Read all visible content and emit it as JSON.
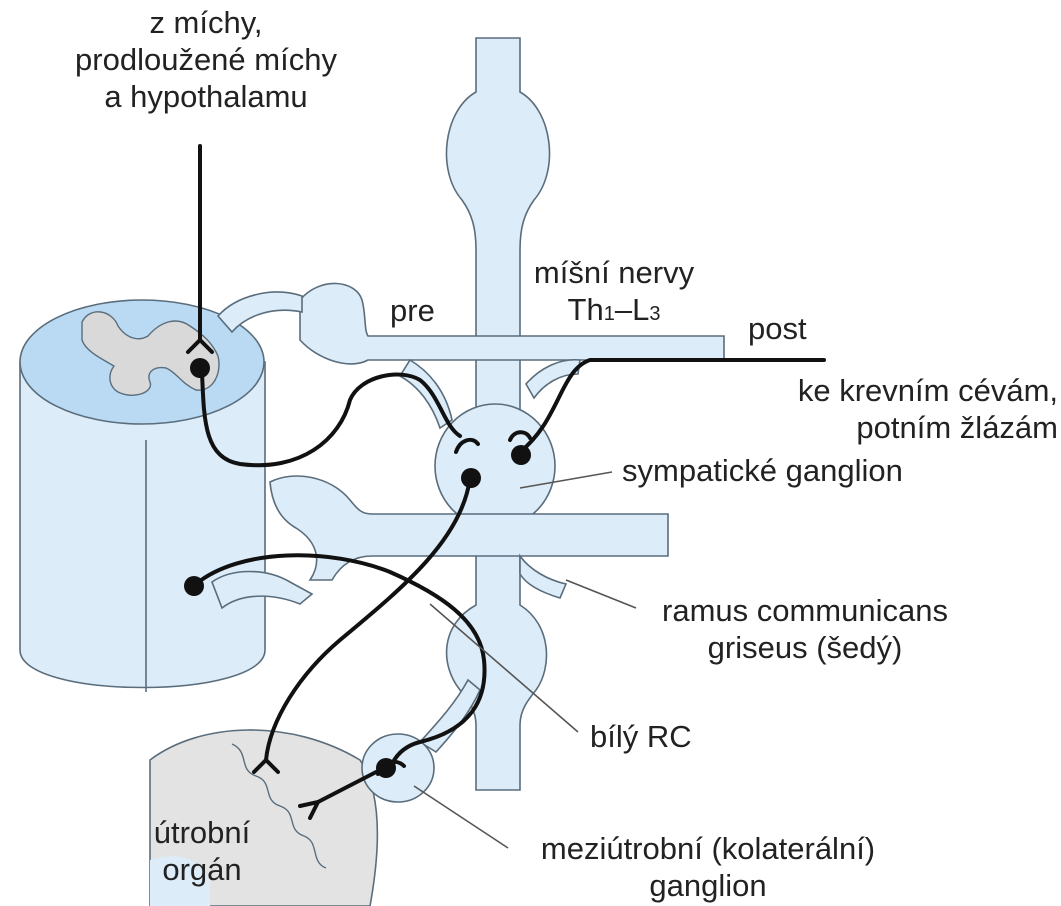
{
  "labels": {
    "source_line1": "z míchy,",
    "source_line2": "prodloužené míchy",
    "source_line3": "a hypothalamu",
    "pre": "pre",
    "spinal_nerves": "míšní nervy",
    "th": "Th",
    "th_sub": "1",
    "dash": "–",
    "l": "L",
    "l_sub": "3",
    "post": "post",
    "target_line1": "ke krevním cévám,",
    "target_line2": "potním žlázám",
    "sympathetic_ganglion": "sympatické ganglion",
    "ramus_line1": "ramus  communicans",
    "ramus_line2": "griseus  (šedý)",
    "white_rc": "bílý RC",
    "visceral_organ_line1": "útrobní",
    "visceral_organ_line2": "orgán",
    "collateral_line1": "meziútrobní (kolaterální)",
    "collateral_line2": "ganglion"
  },
  "colors": {
    "fill_light_blue": "#dcecf8",
    "fill_mid_blue": "#b9daf2",
    "outline": "#5a6d7c",
    "grey_matter": "#d9d9d9",
    "organ": "#e3e3e3",
    "neuron": "#111111",
    "leader": "#555555"
  }
}
